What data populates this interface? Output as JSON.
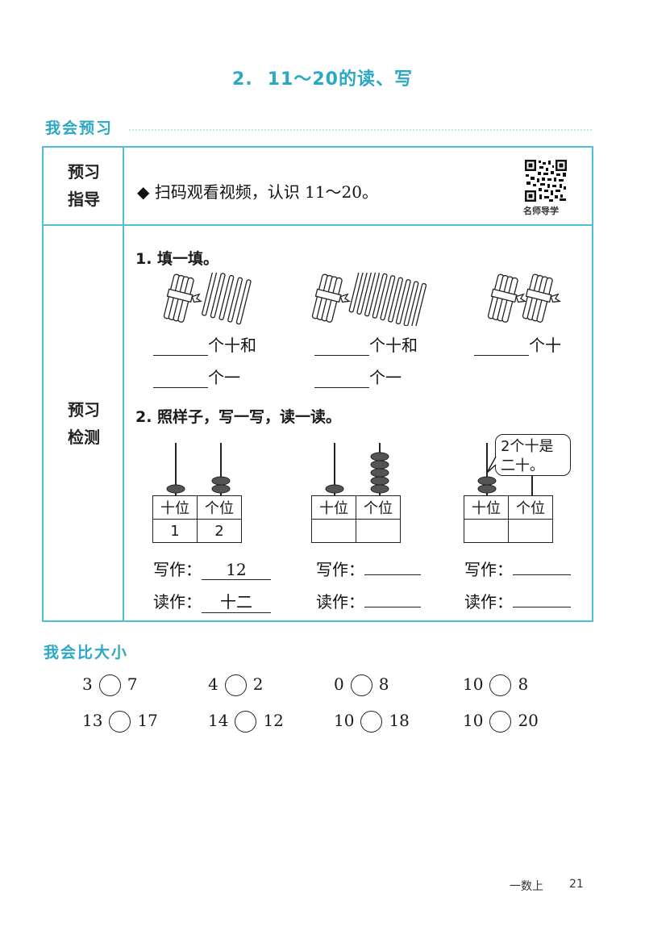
{
  "page_title": {
    "number": "2.",
    "text": "11～20的读、写"
  },
  "section_preview": "我会预习",
  "guide": {
    "label_line1": "预习",
    "label_line2": "指导",
    "instruction": "◆ 扫码观看视频，认识 11～20。",
    "qr_caption": "名师导学"
  },
  "check": {
    "label_line1": "预习",
    "label_line2": "检测"
  },
  "q1": {
    "title": "1. 填一填。",
    "groups": [
      {
        "line1_suffix": "个十和",
        "line2_suffix": "个一"
      },
      {
        "line1_suffix": "个十和",
        "line2_suffix": "个一"
      },
      {
        "line1_suffix": "个十"
      }
    ]
  },
  "q2": {
    "title": "2. 照样子，写一写，读一读。",
    "table_headers": [
      "十位",
      "个位"
    ],
    "examples": [
      {
        "tens": "1",
        "ones": "2",
        "write_label": "写作：",
        "write_value": "12",
        "read_label": "读作：",
        "read_value": "十二"
      },
      {
        "tens": "",
        "ones": "",
        "write_label": "写作：",
        "write_value": "",
        "read_label": "读作：",
        "read_value": ""
      },
      {
        "tens": "",
        "ones": "",
        "write_label": "写作：",
        "write_value": "",
        "read_label": "读作：",
        "read_value": ""
      }
    ],
    "bubble_line1": "2个十是",
    "bubble_line2": "二十。"
  },
  "section_compare": "我会比大小",
  "compare": [
    {
      "a": "3",
      "b": "7"
    },
    {
      "a": "4",
      "b": "2"
    },
    {
      "a": "0",
      "b": "8"
    },
    {
      "a": "10",
      "b": "8"
    },
    {
      "a": "13",
      "b": "17"
    },
    {
      "a": "14",
      "b": "12"
    },
    {
      "a": "10",
      "b": "18"
    },
    {
      "a": "10",
      "b": "20"
    }
  ],
  "footer": {
    "book": "一数上",
    "page": "21"
  },
  "colors": {
    "accent": "#2aa8c4",
    "border": "#4fc0d8"
  }
}
